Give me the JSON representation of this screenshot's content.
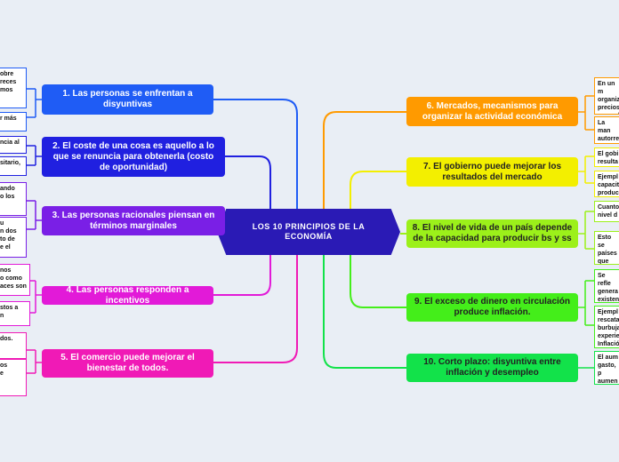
{
  "center": {
    "title": "LOS 10 PRINCIPIOS DE LA ECONOMÍA"
  },
  "colors": {
    "center": "#2a1ab5",
    "p1": "#1f5cf5",
    "p2": "#2020e0",
    "p3": "#7a1fe6",
    "p4": "#e21ad8",
    "p5": "#f01ab6",
    "p6": "#ff9a00",
    "p7": "#f3ef00",
    "p8": "#9cf01a",
    "p9": "#44ee1a",
    "p10": "#12e24a"
  },
  "left_branches": [
    {
      "label": "1. Las personas se enfrentan a disyuntivas",
      "leaves": [
        "obre\nreces\nmos",
        "r más"
      ]
    },
    {
      "label": "2. El coste de una cosa es aquello a lo que se renuncia para obtenerla (costo de oportunidad)",
      "leaves": [
        "ncia al",
        "sitario,"
      ]
    },
    {
      "label": "3. Las personas racionales piensan en términos marginales",
      "leaves": [
        "ando\no los",
        "u\nn dos\nto de\ne el"
      ]
    },
    {
      "label": "4. Las personas responden a incentivos",
      "leaves": [
        "nos\no como\naces son",
        "stos a\nn"
      ]
    },
    {
      "label": "5. El comercio puede mejorar el bienestar de todos.",
      "leaves": [
        "dos.",
        "os\ne"
      ]
    }
  ],
  "right_branches": [
    {
      "label": "6. Mercados, mecanismos para organizar la actividad económica",
      "leaves": [
        "En un m\norganiz\nprecios\nmercad",
        "La man\nautorre\nmanter"
      ]
    },
    {
      "label": "7. El gobierno puede mejorar los resultados del mercado",
      "leaves": [
        "El gobi\nresulta",
        "Ejempl\ncapacit\nproduc"
      ]
    },
    {
      "label": "8. El nivel de vida de un país depende de la capacidad para producir bs y ss",
      "leaves": [
        "Cuanto\nnivel d",
        "Esto se\npaíses\nque hay\nciudad"
      ]
    },
    {
      "label": "9. El exceso de dinero en circulación produce inflación.",
      "leaves": [
        "Se refle\ngenera\nexisten\ntiempo",
        "Ejempl\nrescata\nburbuja\nexperie\nInflació"
      ]
    },
    {
      "label": "10. Corto plazo: disyuntiva entre inflación y desempleo",
      "leaves": [
        "El aum\ngasto, p\naumen\ncontrat"
      ]
    }
  ]
}
